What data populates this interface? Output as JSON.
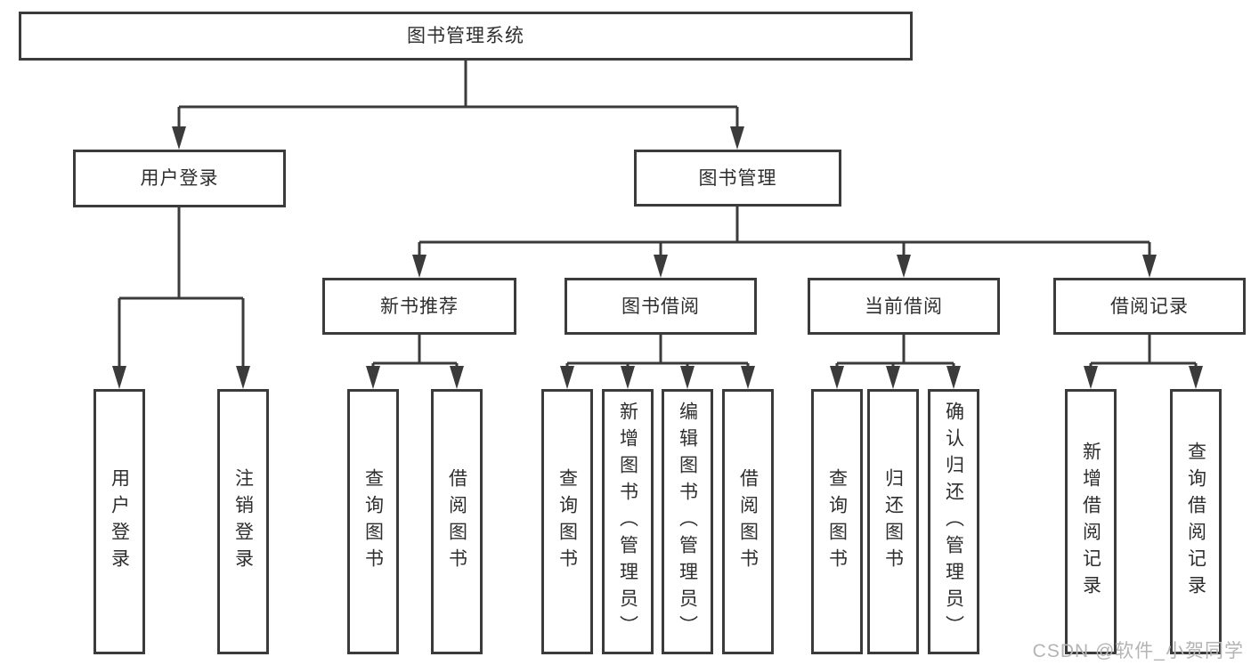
{
  "diagram": {
    "title": "图书管理系统",
    "root": {
      "label": "图书管理系统"
    },
    "level2": [
      {
        "label": "用户登录"
      },
      {
        "label": "图书管理"
      }
    ],
    "level3": [
      {
        "label": "新书推荐"
      },
      {
        "label": "图书借阅"
      },
      {
        "label": "当前借阅"
      },
      {
        "label": "借阅记录"
      }
    ],
    "leaves": {
      "user_login": [
        "用户登录",
        "注销登录"
      ],
      "new_book": [
        "查询图书",
        "借阅图书"
      ],
      "book_borrow": [
        "查询图书",
        "新增图书（管理员）",
        "编辑图书（管理员）",
        "借阅图书"
      ],
      "current_borrow": [
        "查询图书",
        "归还图书",
        "确认归还（管理员）"
      ],
      "borrow_record": [
        "新增借阅记录",
        "查询借阅记录"
      ]
    }
  },
  "watermark": {
    "text": "CSDN @软件_小贺同学"
  },
  "colors": {
    "line": "#3b3b3b",
    "box_border": "#3b3b3b",
    "box_fill": "#ffffff",
    "text": "#2e2e2e",
    "watermark": "#b4b4b4",
    "background": "#ffffff"
  }
}
